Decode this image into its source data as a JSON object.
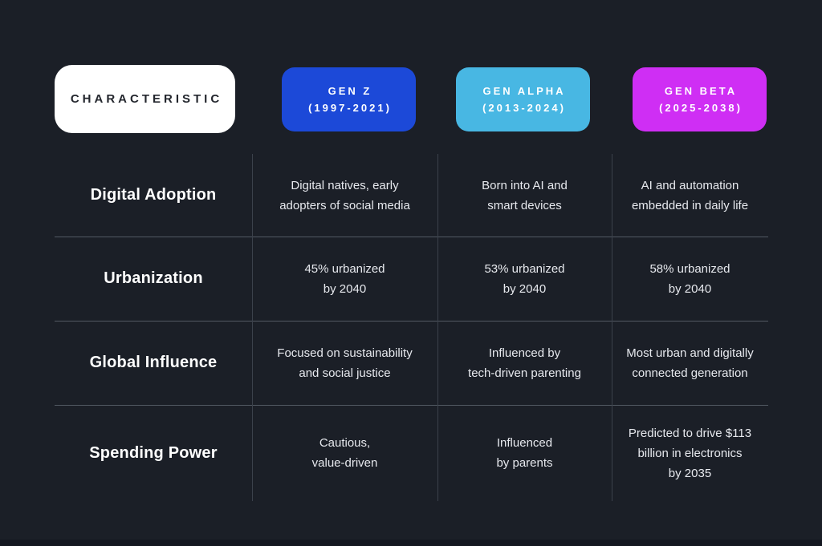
{
  "header": {
    "characteristic_label": "CHARACTERISTIC",
    "columns": [
      {
        "title": "GEN Z",
        "years": "(1997-2021)",
        "color": "#1c49d8"
      },
      {
        "title": "GEN ALPHA",
        "years": "(2013-2024)",
        "color": "#48b7e3"
      },
      {
        "title": "GEN BETA",
        "years": "(2025-2038)",
        "color": "#cf2ef4"
      }
    ]
  },
  "rows": [
    {
      "label": "Digital Adoption",
      "cells": [
        "Digital natives, early\nadopters of social media",
        "Born into AI and\nsmart devices",
        "AI and automation\nembedded in daily life"
      ]
    },
    {
      "label": "Urbanization",
      "cells": [
        "45% urbanized\nby 2040",
        "53% urbanized\nby 2040",
        "58% urbanized\nby 2040"
      ]
    },
    {
      "label": "Global Influence",
      "cells": [
        "Focused on sustainability\nand social justice",
        "Influenced by\ntech-driven parenting",
        "Most urban and digitally\nconnected generation"
      ]
    },
    {
      "label": "Spending Power",
      "cells": [
        "Cautious,\nvalue-driven",
        "Influenced\nby parents",
        "Predicted to drive $113\nbillion in electronics\nby 2035"
      ]
    }
  ],
  "colors": {
    "background": "#1b1f27",
    "characteristic_pill": "#ffffff",
    "characteristic_text": "#23262d",
    "gen_z_pill": "#1c49d8",
    "gen_alpha_pill": "#48b7e3",
    "gen_beta_pill": "#cf2ef4",
    "body_text": "#e7e9ee",
    "row_divider": "#525963",
    "column_divider": "#3b414b"
  },
  "chart_data": {
    "type": "table",
    "columns": [
      "CHARACTERISTIC",
      "GEN Z (1997-2021)",
      "GEN ALPHA (2013-2024)",
      "GEN BETA (2025-2038)"
    ],
    "rows": [
      [
        "Digital Adoption",
        "Digital natives, early adopters of social media",
        "Born into AI and smart devices",
        "AI and automation embedded in daily life"
      ],
      [
        "Urbanization",
        "45% urbanized by 2040",
        "53% urbanized by 2040",
        "58% urbanized by 2040"
      ],
      [
        "Global Influence",
        "Focused on sustainability and social justice",
        "Influenced by tech-driven parenting",
        "Most urban and digitally connected generation"
      ],
      [
        "Spending Power",
        "Cautious, value-driven",
        "Influenced by parents",
        "Predicted to drive $113 billion in electronics by 2035"
      ]
    ]
  }
}
